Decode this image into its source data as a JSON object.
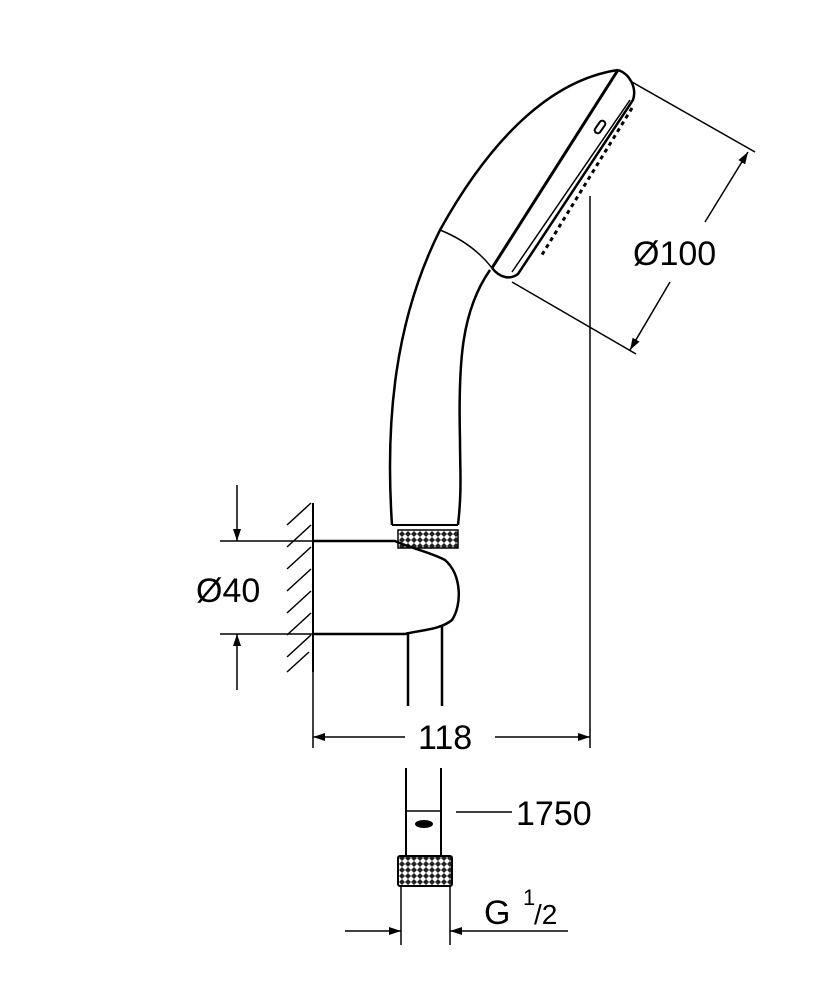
{
  "drawing": {
    "dimensions": {
      "head_diameter": "Ø100",
      "holder_diameter": "Ø40",
      "projection": "118",
      "hose_length": "1750",
      "thread_prefix": "G",
      "thread_numerator": "1",
      "thread_denominator": "/2"
    },
    "colors": {
      "line": "#000000",
      "background": "#ffffff"
    }
  }
}
